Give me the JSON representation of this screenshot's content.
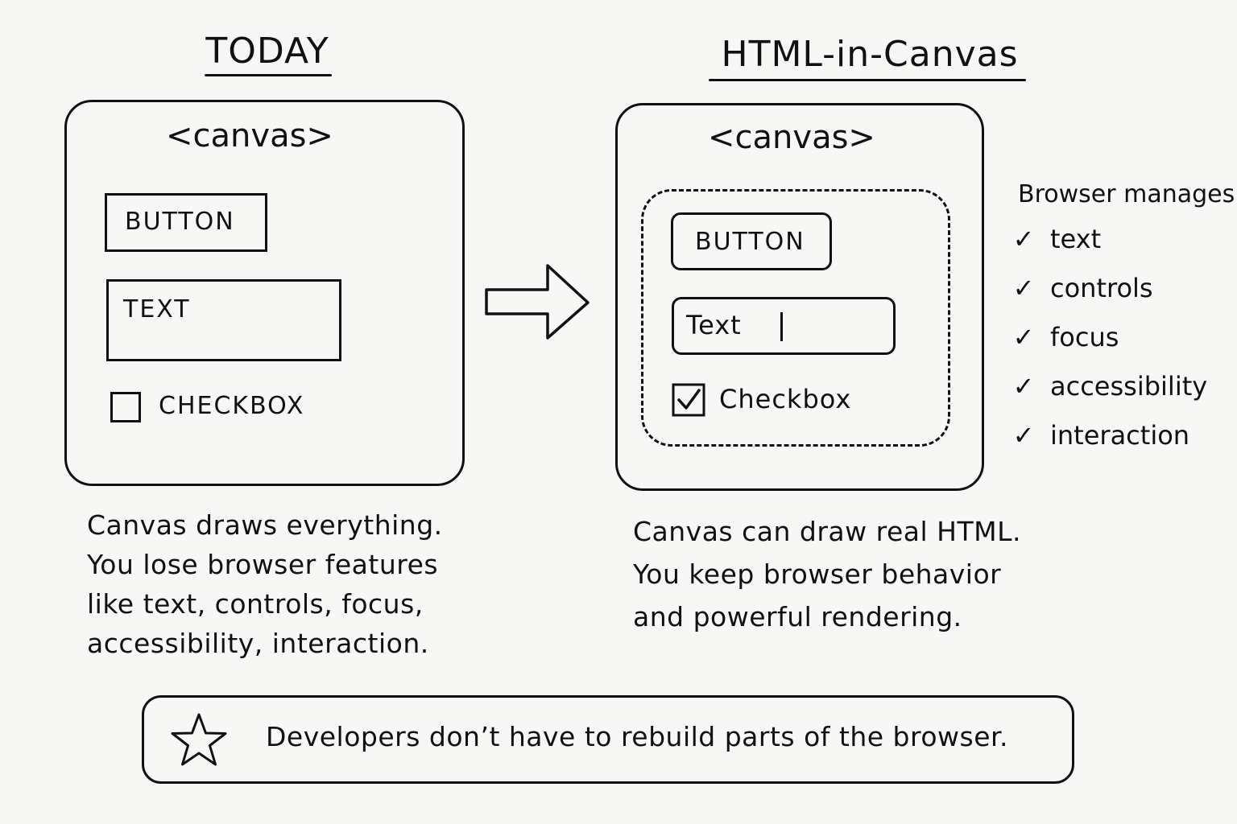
{
  "left": {
    "heading": "TODAY",
    "canvas_tag": "<canvas>",
    "button_label": "BUTTON",
    "text_label": "TEXT",
    "checkbox_label": "CHECKBOX",
    "caption": [
      "Canvas draws everything.",
      "You lose browser features",
      "like text, controls, focus,",
      "accessibility, interaction."
    ]
  },
  "right": {
    "heading": "HTML-in-Canvas",
    "canvas_tag": "<canvas>",
    "button_label": "BUTTON",
    "text_label": "Text",
    "checkbox_label": "Checkbox",
    "checkbox_checked": true,
    "caption": [
      "Canvas can draw real HTML.",
      "You keep browser behavior",
      "and powerful rendering."
    ]
  },
  "browser_manages": {
    "title": "Browser manages:",
    "items": [
      "text",
      "controls",
      "focus",
      "accessibility",
      "interaction"
    ]
  },
  "footer": {
    "icon": "star-icon",
    "text": "Developers don’t have to rebuild parts of the browser."
  }
}
